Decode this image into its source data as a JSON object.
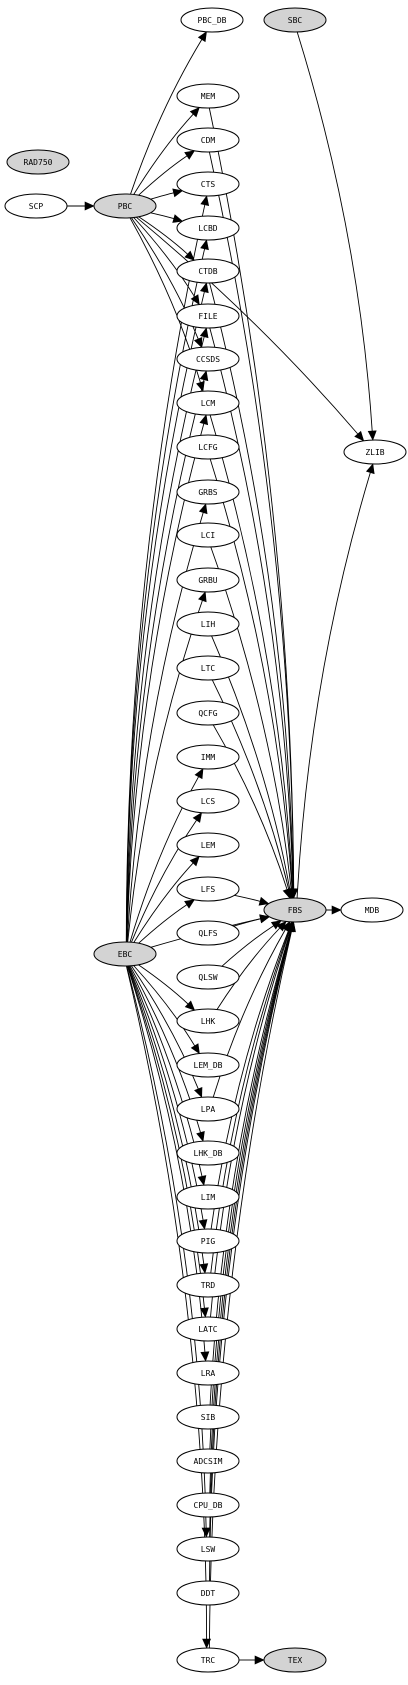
{
  "diagram": {
    "colors": {
      "shaded": "#d3d3d3",
      "plain": "#ffffff",
      "line": "#000000"
    },
    "nodes": [
      {
        "id": "PBC_DB",
        "label": "PBC_DB",
        "shaded": false
      },
      {
        "id": "SBC",
        "label": "SBC",
        "shaded": true
      },
      {
        "id": "MEM",
        "label": "MEM",
        "shaded": false
      },
      {
        "id": "CDM",
        "label": "CDM",
        "shaded": false
      },
      {
        "id": "RAD750",
        "label": "RAD750",
        "shaded": true
      },
      {
        "id": "CTS",
        "label": "CTS",
        "shaded": false
      },
      {
        "id": "SCP",
        "label": "SCP",
        "shaded": false
      },
      {
        "id": "PBC",
        "label": "PBC",
        "shaded": true
      },
      {
        "id": "LCBD",
        "label": "LCBD",
        "shaded": false
      },
      {
        "id": "CTDB",
        "label": "CTDB",
        "shaded": false
      },
      {
        "id": "FILE",
        "label": "FILE",
        "shaded": false
      },
      {
        "id": "CCSDS",
        "label": "CCSDS",
        "shaded": false
      },
      {
        "id": "LCM",
        "label": "LCM",
        "shaded": false
      },
      {
        "id": "LCFG",
        "label": "LCFG",
        "shaded": false
      },
      {
        "id": "ZLIB",
        "label": "ZLIB",
        "shaded": false
      },
      {
        "id": "GRBS",
        "label": "GRBS",
        "shaded": false
      },
      {
        "id": "LCI",
        "label": "LCI",
        "shaded": false
      },
      {
        "id": "GRBU",
        "label": "GRBU",
        "shaded": false
      },
      {
        "id": "LIH",
        "label": "LIH",
        "shaded": false
      },
      {
        "id": "LTC",
        "label": "LTC",
        "shaded": false
      },
      {
        "id": "QCFG",
        "label": "QCFG",
        "shaded": false
      },
      {
        "id": "IMM",
        "label": "IMM",
        "shaded": false
      },
      {
        "id": "LCS",
        "label": "LCS",
        "shaded": false
      },
      {
        "id": "LEM",
        "label": "LEM",
        "shaded": false
      },
      {
        "id": "LFS",
        "label": "LFS",
        "shaded": false
      },
      {
        "id": "FBS",
        "label": "FBS",
        "shaded": true
      },
      {
        "id": "MDB",
        "label": "MDB",
        "shaded": false
      },
      {
        "id": "QLFS",
        "label": "QLFS",
        "shaded": false
      },
      {
        "id": "EBC",
        "label": "EBC",
        "shaded": true
      },
      {
        "id": "QLSW",
        "label": "QLSW",
        "shaded": false
      },
      {
        "id": "LHK",
        "label": "LHK",
        "shaded": false
      },
      {
        "id": "LEM_DB",
        "label": "LEM_DB",
        "shaded": false
      },
      {
        "id": "LPA",
        "label": "LPA",
        "shaded": false
      },
      {
        "id": "LHK_DB",
        "label": "LHK_DB",
        "shaded": false
      },
      {
        "id": "LIM",
        "label": "LIM",
        "shaded": false
      },
      {
        "id": "PIG",
        "label": "PIG",
        "shaded": false
      },
      {
        "id": "TRD",
        "label": "TRD",
        "shaded": false
      },
      {
        "id": "LATC",
        "label": "LATC",
        "shaded": false
      },
      {
        "id": "LRA",
        "label": "LRA",
        "shaded": false
      },
      {
        "id": "SIB",
        "label": "SIB",
        "shaded": false
      },
      {
        "id": "ADCSIM",
        "label": "ADCSIM",
        "shaded": false
      },
      {
        "id": "CPU_DB",
        "label": "CPU_DB",
        "shaded": false
      },
      {
        "id": "LSW",
        "label": "LSW",
        "shaded": false
      },
      {
        "id": "DDT",
        "label": "DDT",
        "shaded": false
      },
      {
        "id": "TRC",
        "label": "TRC",
        "shaded": false
      },
      {
        "id": "TEX",
        "label": "TEX",
        "shaded": true
      }
    ],
    "edges": [
      [
        "SCP",
        "PBC"
      ],
      [
        "PBC",
        "PBC_DB"
      ],
      [
        "PBC",
        "MEM"
      ],
      [
        "PBC",
        "CDM"
      ],
      [
        "PBC",
        "CTS"
      ],
      [
        "PBC",
        "LCBD"
      ],
      [
        "PBC",
        "CTDB"
      ],
      [
        "PBC",
        "FILE"
      ],
      [
        "PBC",
        "CCSDS"
      ],
      [
        "PBC",
        "LCM"
      ],
      [
        "PBC",
        "ZLIB"
      ],
      [
        "SBC",
        "ZLIB"
      ],
      [
        "EBC",
        "CTS"
      ],
      [
        "EBC",
        "LCBD"
      ],
      [
        "EBC",
        "CTDB"
      ],
      [
        "EBC",
        "FILE"
      ],
      [
        "EBC",
        "CCSDS"
      ],
      [
        "EBC",
        "LCM"
      ],
      [
        "EBC",
        "GRBS"
      ],
      [
        "EBC",
        "GRBU"
      ],
      [
        "EBC",
        "IMM"
      ],
      [
        "EBC",
        "LCS"
      ],
      [
        "EBC",
        "LEM"
      ],
      [
        "EBC",
        "LFS"
      ],
      [
        "EBC",
        "LHK"
      ],
      [
        "EBC",
        "LEM_DB"
      ],
      [
        "EBC",
        "LPA"
      ],
      [
        "EBC",
        "LHK_DB"
      ],
      [
        "EBC",
        "LIM"
      ],
      [
        "EBC",
        "PIG"
      ],
      [
        "EBC",
        "TRD"
      ],
      [
        "EBC",
        "LATC"
      ],
      [
        "EBC",
        "LRA"
      ],
      [
        "EBC",
        "LSW"
      ],
      [
        "EBC",
        "TRC"
      ],
      [
        "EBC",
        "FBS"
      ],
      [
        "MEM",
        "FBS"
      ],
      [
        "CDM",
        "FBS"
      ],
      [
        "CTDB",
        "FBS"
      ],
      [
        "FILE",
        "FBS"
      ],
      [
        "LCM",
        "FBS"
      ],
      [
        "LCFG",
        "FBS"
      ],
      [
        "LCI",
        "FBS"
      ],
      [
        "LIH",
        "FBS"
      ],
      [
        "LTC",
        "FBS"
      ],
      [
        "QCFG",
        "FBS"
      ],
      [
        "LFS",
        "FBS"
      ],
      [
        "QLFS",
        "FBS"
      ],
      [
        "QLSW",
        "FBS"
      ],
      [
        "LHK",
        "FBS"
      ],
      [
        "LPA",
        "FBS"
      ],
      [
        "PIG",
        "FBS"
      ],
      [
        "TRD",
        "FBS"
      ],
      [
        "LATC",
        "FBS"
      ],
      [
        "SIB",
        "FBS"
      ],
      [
        "ADCSIM",
        "FBS"
      ],
      [
        "CPU_DB",
        "FBS"
      ],
      [
        "LSW",
        "FBS"
      ],
      [
        "DDT",
        "FBS"
      ],
      [
        "TRC",
        "FBS"
      ],
      [
        "FBS",
        "ZLIB"
      ],
      [
        "FBS",
        "MDB"
      ],
      [
        "TRC",
        "TEX"
      ]
    ]
  }
}
